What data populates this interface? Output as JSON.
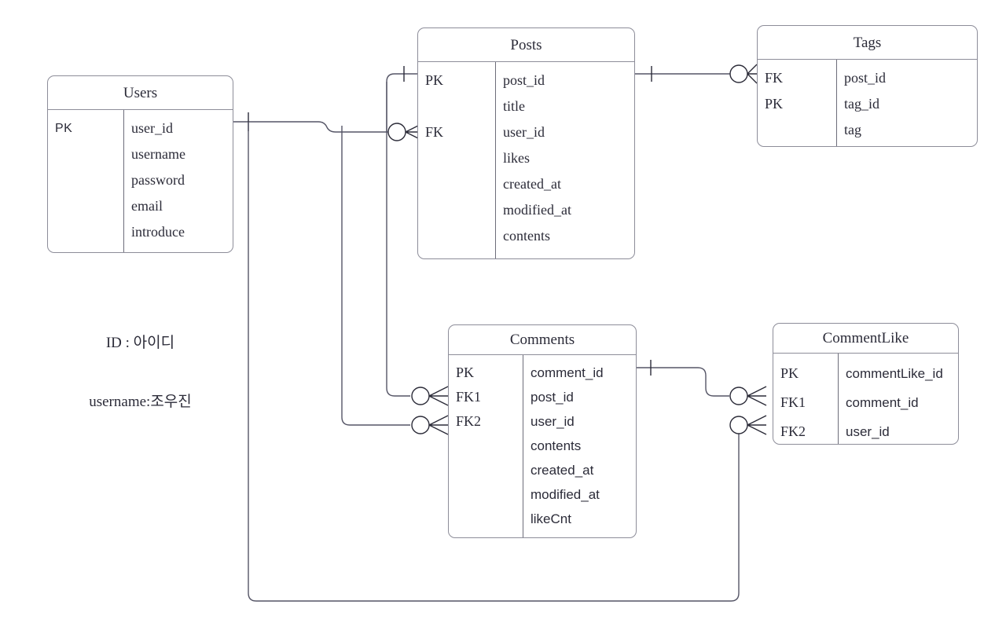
{
  "diagram": {
    "type": "entity-relationship-diagram",
    "notation": "crow's foot",
    "line_color": "#555566",
    "border_color": "#8d8d99",
    "text_color": "#2b2b38",
    "background": "#ffffff"
  },
  "entities": {
    "users": {
      "title": "Users",
      "keys": [
        "PK",
        "",
        "",
        "",
        ""
      ],
      "attributes": [
        "user_id",
        "username",
        "password",
        "email",
        "introduce"
      ]
    },
    "posts": {
      "title": "Posts",
      "keys": [
        "PK",
        "",
        "FK",
        "",
        "",
        "",
        ""
      ],
      "attributes": [
        "post_id",
        "title",
        "user_id",
        "likes",
        "created_at",
        "modified_at",
        "contents"
      ]
    },
    "tags": {
      "title": "Tags",
      "keys": [
        "FK",
        "PK",
        ""
      ],
      "attributes": [
        "post_id",
        "tag_id",
        "tag"
      ]
    },
    "comments": {
      "title": "Comments",
      "keys": [
        "PK",
        "FK1",
        "FK2",
        "",
        "",
        "",
        ""
      ],
      "attributes": [
        "comment_id",
        "post_id",
        "user_id",
        "contents",
        "created_at",
        "modified_at",
        "likeCnt"
      ]
    },
    "commentlike": {
      "title": "CommentLike",
      "keys": [
        "PK",
        "FK1",
        "FK2"
      ],
      "attributes": [
        "commentLike_id",
        "comment_id",
        "user_id"
      ]
    }
  },
  "notes": {
    "users_legend_line1": "ID : 아이디",
    "users_legend_line2": "username:조우진"
  },
  "relationships": [
    {
      "from": "Posts.post_id",
      "to": "Tags.post_id",
      "from_card": "one",
      "to_card": "zero-or-many"
    },
    {
      "from": "Posts.post_id",
      "to": "Posts.user_id",
      "from_card": "one",
      "to_card": "zero-or-many"
    },
    {
      "from": "Users.user_id",
      "to": "Posts.user_id",
      "from_card": "one",
      "to_card": "zero-or-many"
    },
    {
      "from": "Posts.post_id",
      "to": "Comments.post_id",
      "from_card": "one",
      "to_card": "zero-or-many"
    },
    {
      "from": "Users.user_id",
      "to": "Comments.user_id",
      "from_card": "one",
      "to_card": "zero-or-many"
    },
    {
      "from": "Comments.comment_id",
      "to": "CommentLike.comment_id",
      "from_card": "one",
      "to_card": "zero-or-many"
    },
    {
      "from": "Users.user_id",
      "to": "CommentLike.user_id",
      "from_card": "one",
      "to_card": "zero-or-many"
    }
  ]
}
